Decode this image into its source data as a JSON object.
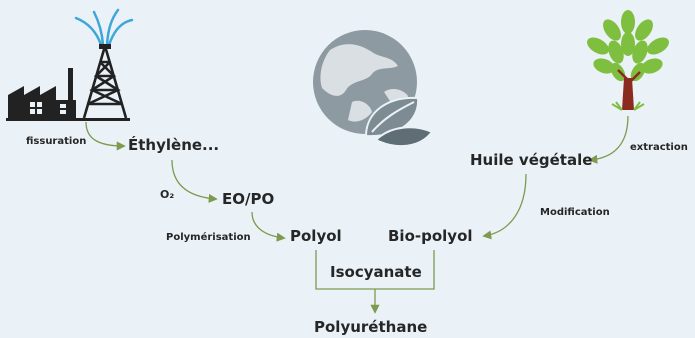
{
  "labels": {
    "fissuration": "fissuration",
    "ethylene": "Éthylène...",
    "o2": "O₂",
    "eopo": "EO/PO",
    "polymerisation": "Polymérisation",
    "polyol": "Polyol",
    "biopolyol": "Bio-polyol",
    "isocyanate": "Isocyanate",
    "polyurethane": "Polyuréthane",
    "huile": "Huile végétale",
    "extraction": "extraction",
    "modification": "Modification"
  },
  "colors": {
    "background": "#eaf2f8",
    "arrow": "#7d9a4e",
    "text": "#262626",
    "factory": "#222222",
    "water": "#3ea6d8",
    "leaf": "#7fbf3f",
    "trunk": "#8b2a1f",
    "globe": "#8e9aa1"
  },
  "icons": {
    "refinery": "oil-refinery-icon",
    "globe": "eco-globe-icon",
    "tree": "tree-icon"
  }
}
